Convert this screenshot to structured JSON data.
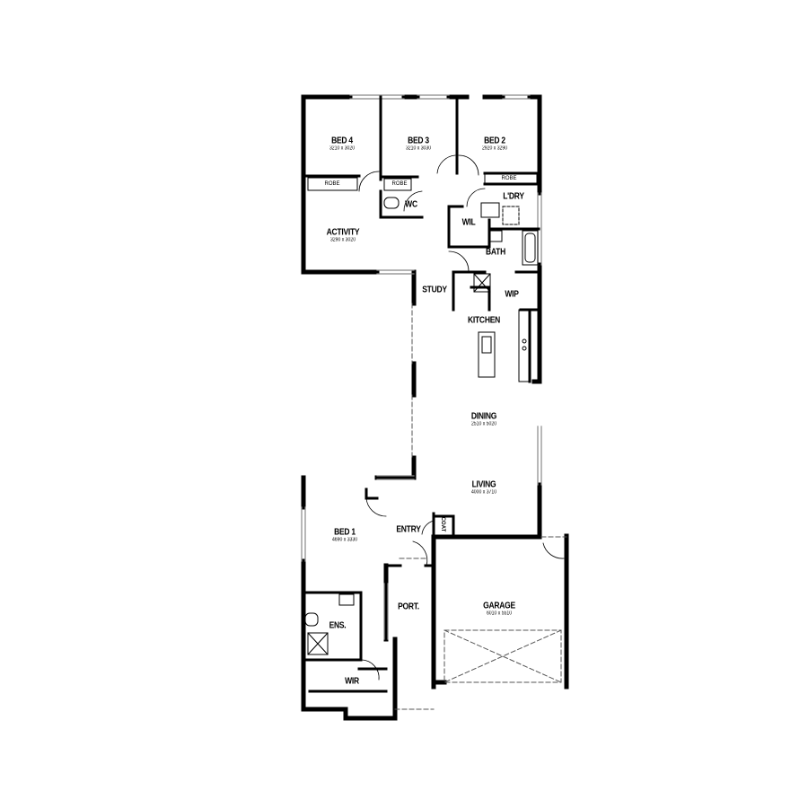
{
  "rooms": {
    "bed4": {
      "name": "BED 4",
      "dim": "3210 x 3020"
    },
    "bed3": {
      "name": "BED 3",
      "dim": "3210 x 3030"
    },
    "bed2": {
      "name": "BED 2",
      "dim": "2920 x 3290"
    },
    "activity": {
      "name": "ACTIVITY",
      "dim": "3290 x 3020"
    },
    "robe4": {
      "name": "ROBE"
    },
    "robe3": {
      "name": "ROBE"
    },
    "robe2": {
      "name": "ROBE"
    },
    "wc": {
      "name": "WC"
    },
    "ldry": {
      "name": "L'DRY"
    },
    "wil": {
      "name": "WIL"
    },
    "bath": {
      "name": "BATH"
    },
    "study": {
      "name": "STUDY"
    },
    "wip": {
      "name": "WIP"
    },
    "kitchen": {
      "name": "KITCHEN"
    },
    "dining": {
      "name": "DINING",
      "dim": "2510 x 5020"
    },
    "living": {
      "name": "LIVING",
      "dim": "4000 x 3710"
    },
    "coat": {
      "name": "COAT"
    },
    "entry": {
      "name": "ENTRY"
    },
    "bed1": {
      "name": "BED 1",
      "dim": "4690 x 3330"
    },
    "port": {
      "name": "PORT."
    },
    "garage": {
      "name": "GARAGE",
      "dim": "6010 x 5510"
    },
    "ens": {
      "name": "ENS."
    },
    "wir": {
      "name": "WIR"
    }
  }
}
